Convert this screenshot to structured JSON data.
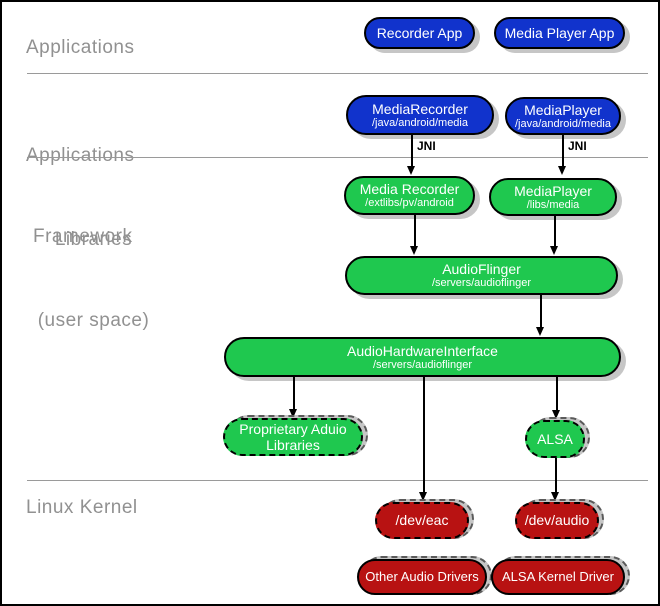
{
  "layers": {
    "applications": {
      "label": "Applications"
    },
    "framework": {
      "line1": "Applications",
      "line2": "Framework"
    },
    "libraries": {
      "line1": "Libraries",
      "line2": "(user space)"
    },
    "kernel": {
      "label": "Linux Kernel"
    }
  },
  "labels": {
    "jni": "JNI"
  },
  "nodes": {
    "recorder_app": {
      "title": "Recorder App"
    },
    "media_player_app": {
      "title": "Media Player App"
    },
    "media_recorder_fw": {
      "title": "MediaRecorder",
      "path": "/java/android/media"
    },
    "media_player_fw": {
      "title": "MediaPlayer",
      "path": "/java/android/media"
    },
    "media_recorder_lib": {
      "title": "Media Recorder",
      "path": "/extlibs/pv/android"
    },
    "media_player_lib": {
      "title": "MediaPlayer",
      "path": "/libs/media"
    },
    "audio_flinger": {
      "title": "AudioFlinger",
      "path": "/servers/audioflinger"
    },
    "audio_hardware_interface": {
      "title": "AudioHardwareInterface",
      "path": "/servers/audioflinger"
    },
    "proprietary_audio_libraries": {
      "title": "Proprietary Aduio Libraries"
    },
    "alsa": {
      "title": "ALSA"
    },
    "dev_eac": {
      "title": "/dev/eac"
    },
    "dev_audio": {
      "title": "/dev/audio"
    },
    "other_audio_drivers": {
      "title": "Other Audio Drivers"
    },
    "alsa_kernel_driver": {
      "title": "ALSA Kernel Driver"
    }
  },
  "colors": {
    "blue": "#1133cc",
    "green": "#1fc84f",
    "red": "#b81212",
    "shadow_gray": "#c6c6c6",
    "label_gray": "#919191",
    "divider_gray": "#9a9a9a"
  }
}
